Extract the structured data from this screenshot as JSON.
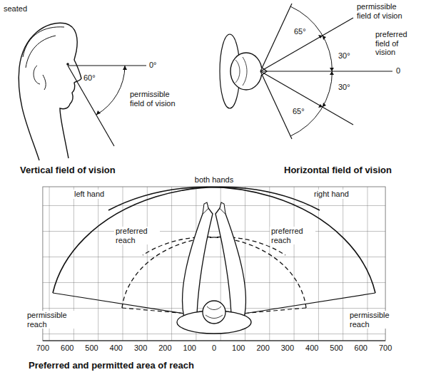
{
  "diagram": {
    "labels": [
      "seated",
      "0°",
      "60°",
      "permissible field of vision",
      "Vertical field of vision",
      "permissible field of vision",
      "65°",
      "30°",
      "preferred field of vision",
      "0",
      "30°",
      "65°",
      "Horizontal field of vision",
      "left hand",
      "both hands",
      "right hand",
      "preferred reach",
      "preferred reach",
      "permissible reach",
      "permissible reach",
      "700",
      "600",
      "500",
      "400",
      "300",
      "200",
      "100",
      "0",
      "100",
      "200",
      "300",
      "400",
      "500",
      "600",
      "700",
      "Preferred and permitted area of reach"
    ]
  }
}
